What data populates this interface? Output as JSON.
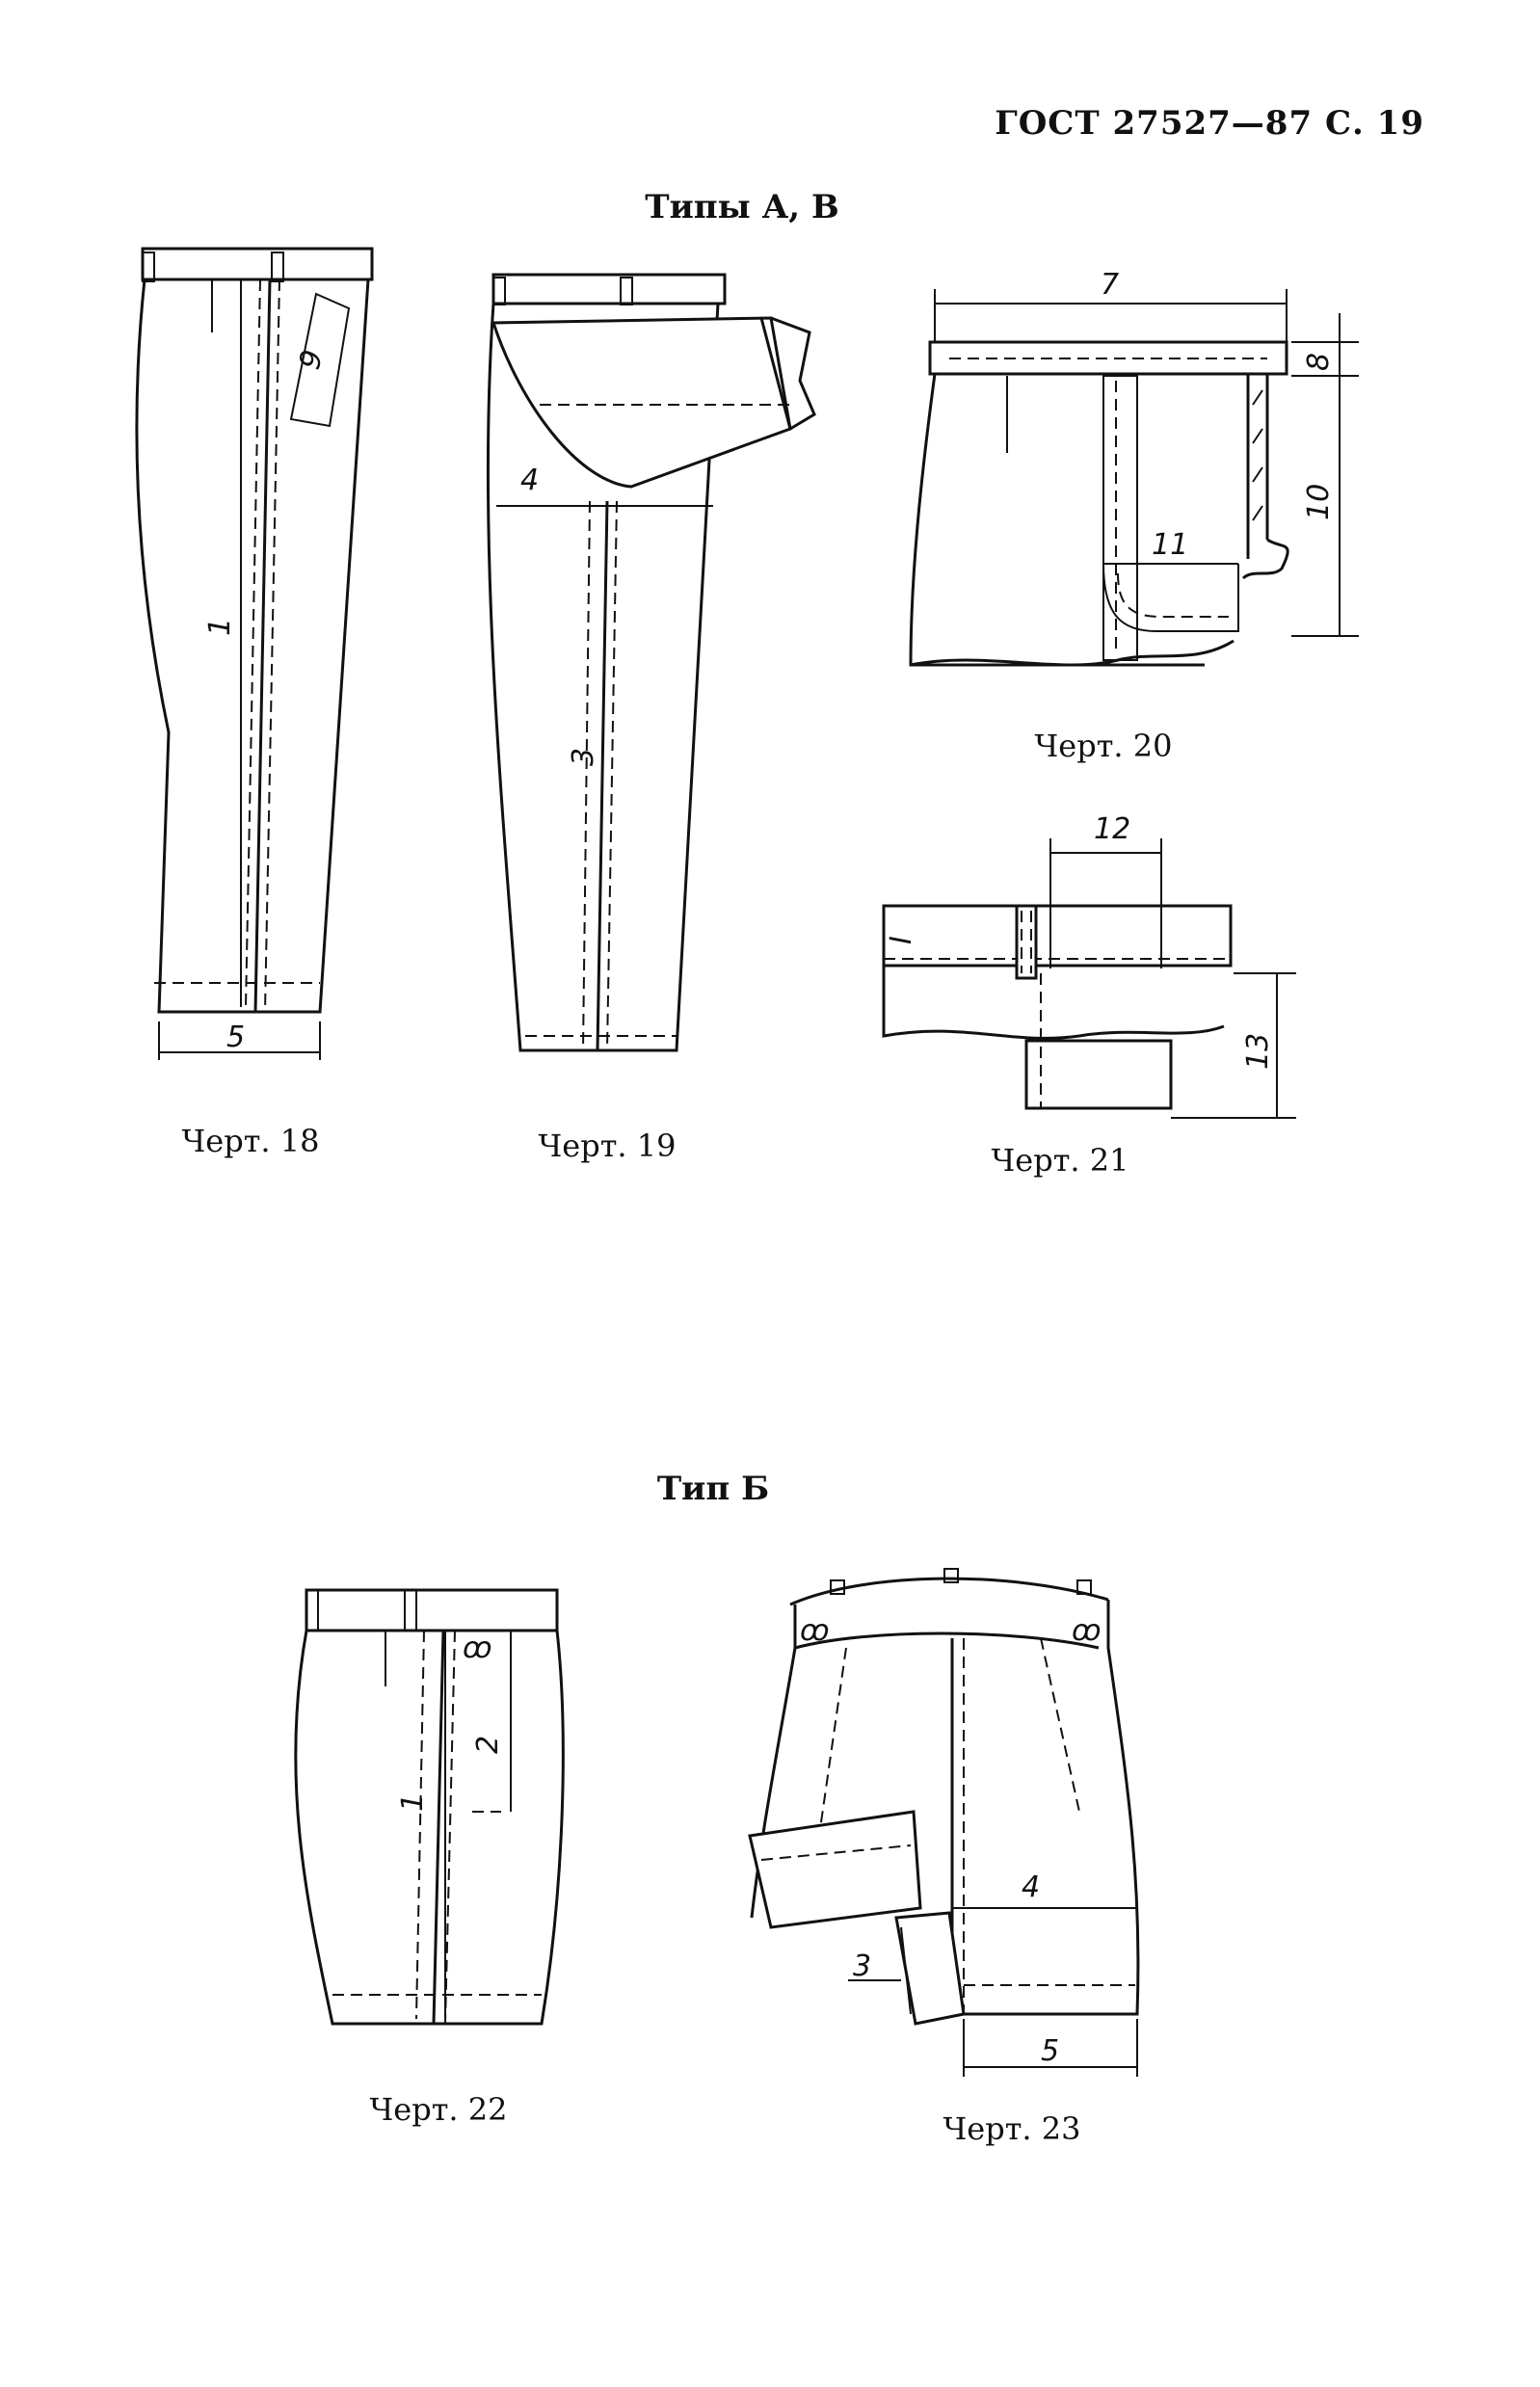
{
  "header": {
    "text": "ГОСТ 27527—87 С. 19"
  },
  "sections": {
    "types_av": "Типы А, В",
    "type_b": "Тип Б"
  },
  "captions": {
    "ch18": "Черт. 18",
    "ch19": "Черт. 19",
    "ch20": "Черт. 20",
    "ch21": "Черт. 21",
    "ch22": "Черт. 22",
    "ch23": "Черт. 23"
  },
  "dims": {
    "fig18": [
      "1",
      "9",
      "5"
    ],
    "fig19": [
      "4",
      "3"
    ],
    "fig20": [
      "7",
      "8",
      "10",
      "11"
    ],
    "fig21": [
      "12",
      "13"
    ],
    "fig22": [
      "1",
      "2"
    ],
    "fig23": [
      "4",
      "3",
      "5"
    ]
  },
  "marks": {
    "roman_one": "I"
  }
}
